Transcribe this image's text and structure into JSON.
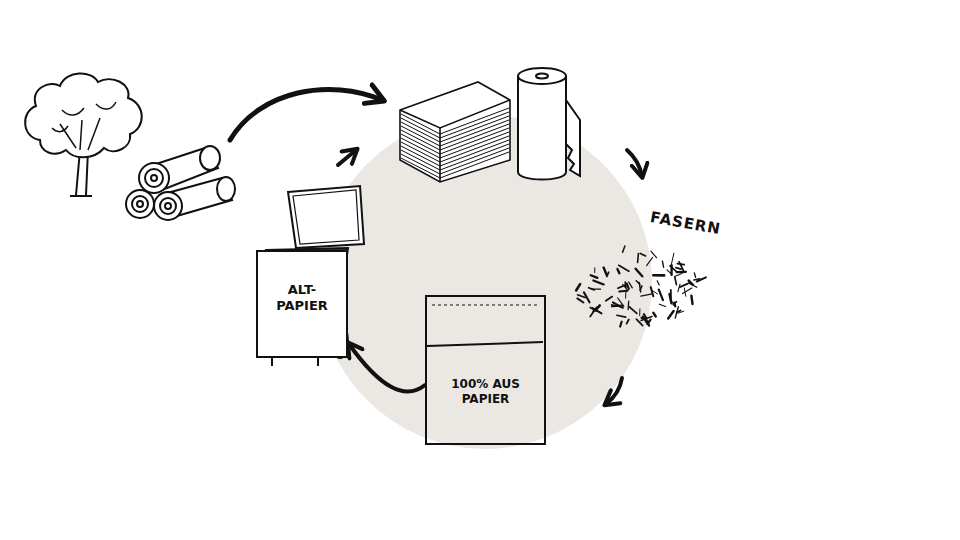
{
  "diagram": {
    "nodes": [
      {
        "text": [
          "ALT- PAPIER"
        ]
      },
      {
        "text": [
          "100% AUS PAPIER"
        ]
      }
    ],
    "edges": [
      {
        "from": 1,
        "to": 0,
        "arrow": "to"
      }
    ],
    "labels": [
      "FASERN"
    ]
  }
}
